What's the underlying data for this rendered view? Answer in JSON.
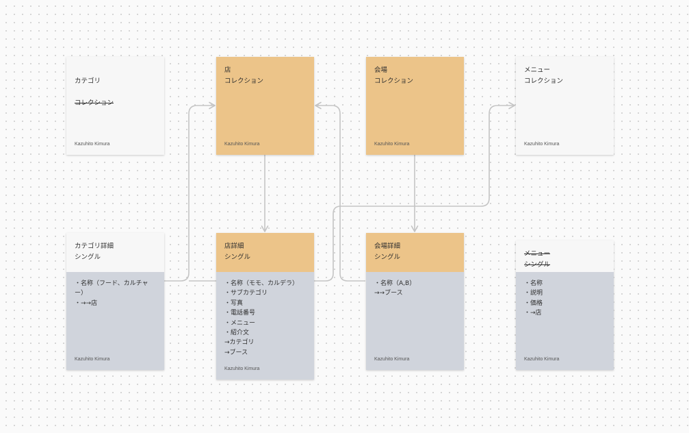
{
  "colors": {
    "sticky_white": "#f7f7f7",
    "sticky_orange": "#ecc489",
    "body_gray": "#d0d4dc",
    "connector": "#c4c4c4"
  },
  "notes": {
    "category_collection": {
      "title": "カテゴリ\nコレクション",
      "title_strike": "partial",
      "author": "Kazuhito Kimura"
    },
    "store_collection": {
      "title": "店\nコレクション",
      "author": "Kazuhito Kimura"
    },
    "venue_collection": {
      "title": "会場\nコレクション",
      "author": "Kazuhito Kimura"
    },
    "menu_collection": {
      "title": "メニュー\nコレクション",
      "author": "Kazuhito Kimura"
    },
    "category_detail": {
      "title": "カテゴリ詳細\nシングル",
      "fields": [
        "・名称（フード、カルチャー）",
        "・→→店"
      ],
      "author": "Kazuhito Kimura"
    },
    "store_detail": {
      "title": "店詳細\nシングル",
      "fields": [
        "・名称（モモ、カルデラ）",
        "・サブカテゴリ",
        "・写真",
        "・電話番号",
        "・メニュー",
        "・紹介文",
        "→カテゴリ",
        "→ブース"
      ],
      "author": "Kazuhito Kimura"
    },
    "venue_detail": {
      "title": "会場詳細\nシングル",
      "fields": [
        "・名称（A,B）",
        "→→ブース"
      ],
      "author": "Kazuhito Kimura"
    },
    "menu_detail": {
      "title": "メニュー\nシングル",
      "title_strike": true,
      "fields": [
        "・名称",
        "・説明",
        "・価格",
        "・→店"
      ],
      "author": "Kazuhito Kimura"
    }
  }
}
